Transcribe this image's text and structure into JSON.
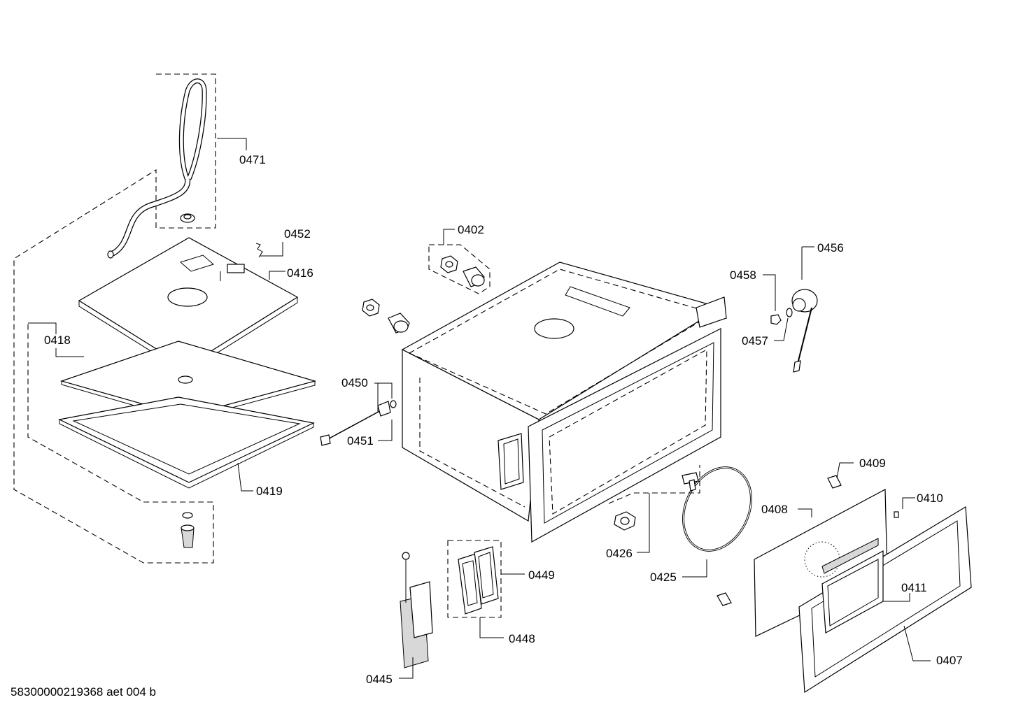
{
  "drawing_id": "58300000219368 aet 004 b",
  "callouts": {
    "c0471": "0471",
    "c0452": "0452",
    "c0416": "0416",
    "c0418": "0418",
    "c0419": "0419",
    "c0402": "0402",
    "c0450": "0450",
    "c0451": "0451",
    "c0456": "0456",
    "c0458": "0458",
    "c0457": "0457",
    "c0409": "0409",
    "c0410": "0410",
    "c0408": "0408",
    "c0411": "0411",
    "c0407": "0407",
    "c0426": "0426",
    "c0425": "0425",
    "c0449": "0449",
    "c0448": "0448",
    "c0445": "0445"
  }
}
